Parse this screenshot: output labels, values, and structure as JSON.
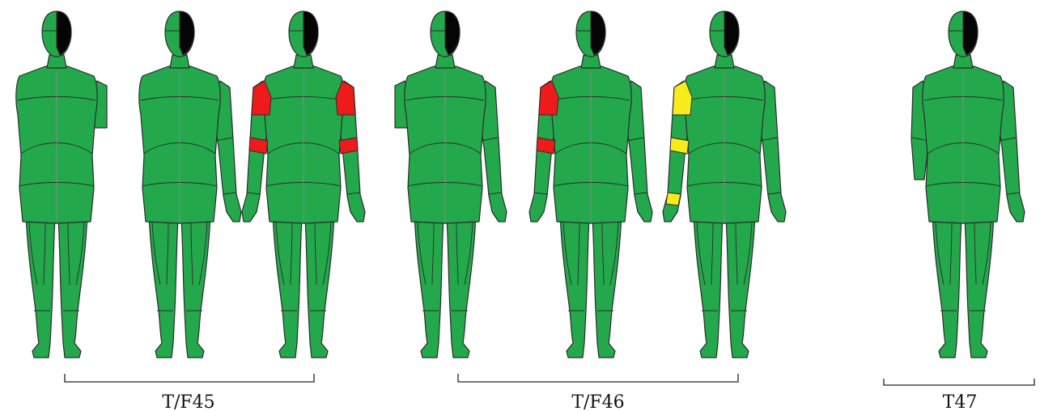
{
  "colors": {
    "body": "#23a94c",
    "outline": "#2b2b2b",
    "seam": "#8a8a8a",
    "hair": "#050505",
    "red": "#ee1b1b",
    "yellow": "#f5ec1a"
  },
  "groups": [
    {
      "label": "T/F45"
    },
    {
      "label": "T/F46"
    },
    {
      "label": "T47"
    }
  ],
  "figures": [
    {
      "group": 0,
      "left_arm": "none",
      "right_arm": "stump",
      "marks": []
    },
    {
      "group": 0,
      "left_arm": "none",
      "right_arm": "full",
      "marks": []
    },
    {
      "group": 0,
      "left_arm": "full",
      "right_arm": "full",
      "marks": [
        "left-shoulder-red",
        "right-shoulder-red",
        "left-elbow-red",
        "right-elbow-red"
      ]
    },
    {
      "group": 1,
      "left_arm": "stump",
      "right_arm": "full",
      "marks": []
    },
    {
      "group": 1,
      "left_arm": "full",
      "right_arm": "full",
      "marks": [
        "left-shoulder-red",
        "left-elbow-red"
      ]
    },
    {
      "group": 1,
      "left_arm": "full",
      "right_arm": "full",
      "marks": [
        "left-shoulder-yellow",
        "left-elbow-yellow",
        "left-wrist-yellow"
      ]
    },
    {
      "group": 2,
      "left_arm": "short",
      "right_arm": "full",
      "marks": []
    }
  ]
}
